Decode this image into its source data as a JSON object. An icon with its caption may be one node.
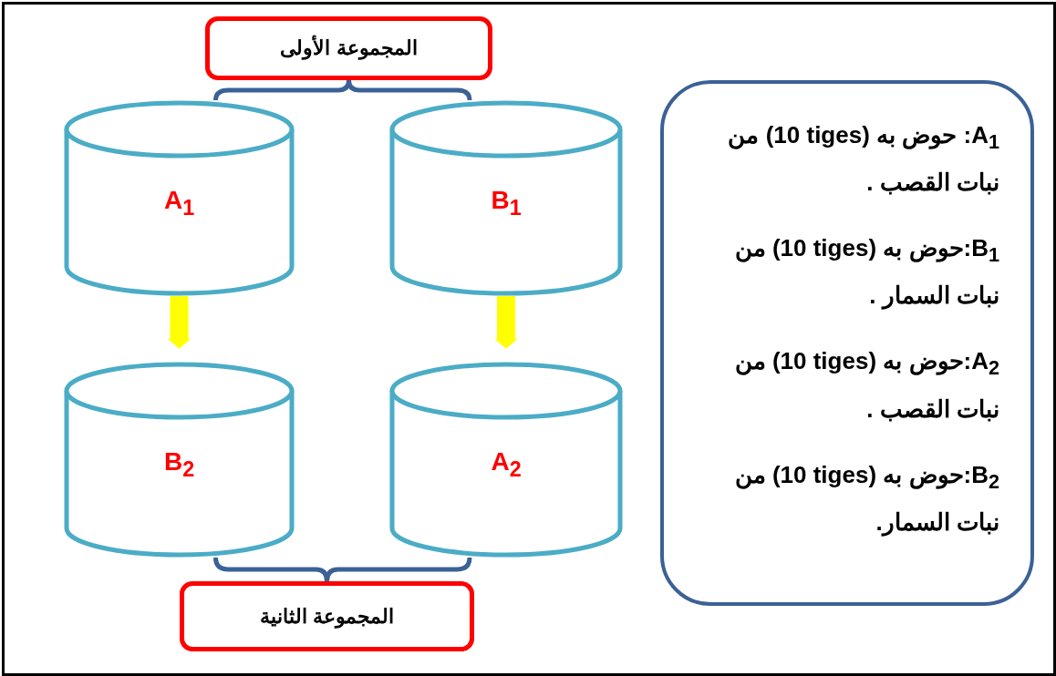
{
  "diagram": {
    "nodes": [
      {
        "text": [
          "المجموعة الأولى"
        ]
      },
      {
        "text": [
          "A$_{1}$"
        ]
      },
      {
        "text": [
          "B$_{1}$"
        ]
      },
      {
        "text": [
          "B$_{2}$"
        ]
      },
      {
        "text": [
          "A$_{2}$"
        ]
      },
      {
        "text": [
          "المجموعة الثانية"
        ]
      },
      {
        "text": [
          "A$_{1}$: حوض به  (10 tiges) من نبات القصب .",
          "B$_{1}$:حوض به  (10 tiges) من نبات السمار .",
          "A$_{2}$:حوض به  (10 tiges) من نبات القصب .",
          "B$_{2}$:حوض به  (10 tiges) من نبات السمار."
        ]
      }
    ],
    "edges": [
      {
        "from": 1,
        "to": 3,
        "arrow": "to",
        "style": "thick",
        "color": "#ffff00"
      },
      {
        "from": 2,
        "to": 4,
        "arrow": "to",
        "style": "thick",
        "color": "#ffff00"
      },
      {
        "from": 0,
        "to": 1,
        "arrow": "none"
      },
      {
        "from": 0,
        "to": 2,
        "arrow": "none"
      },
      {
        "from": 5,
        "to": 3,
        "arrow": "none"
      },
      {
        "from": 5,
        "to": 4,
        "arrow": "none"
      }
    ]
  }
}
